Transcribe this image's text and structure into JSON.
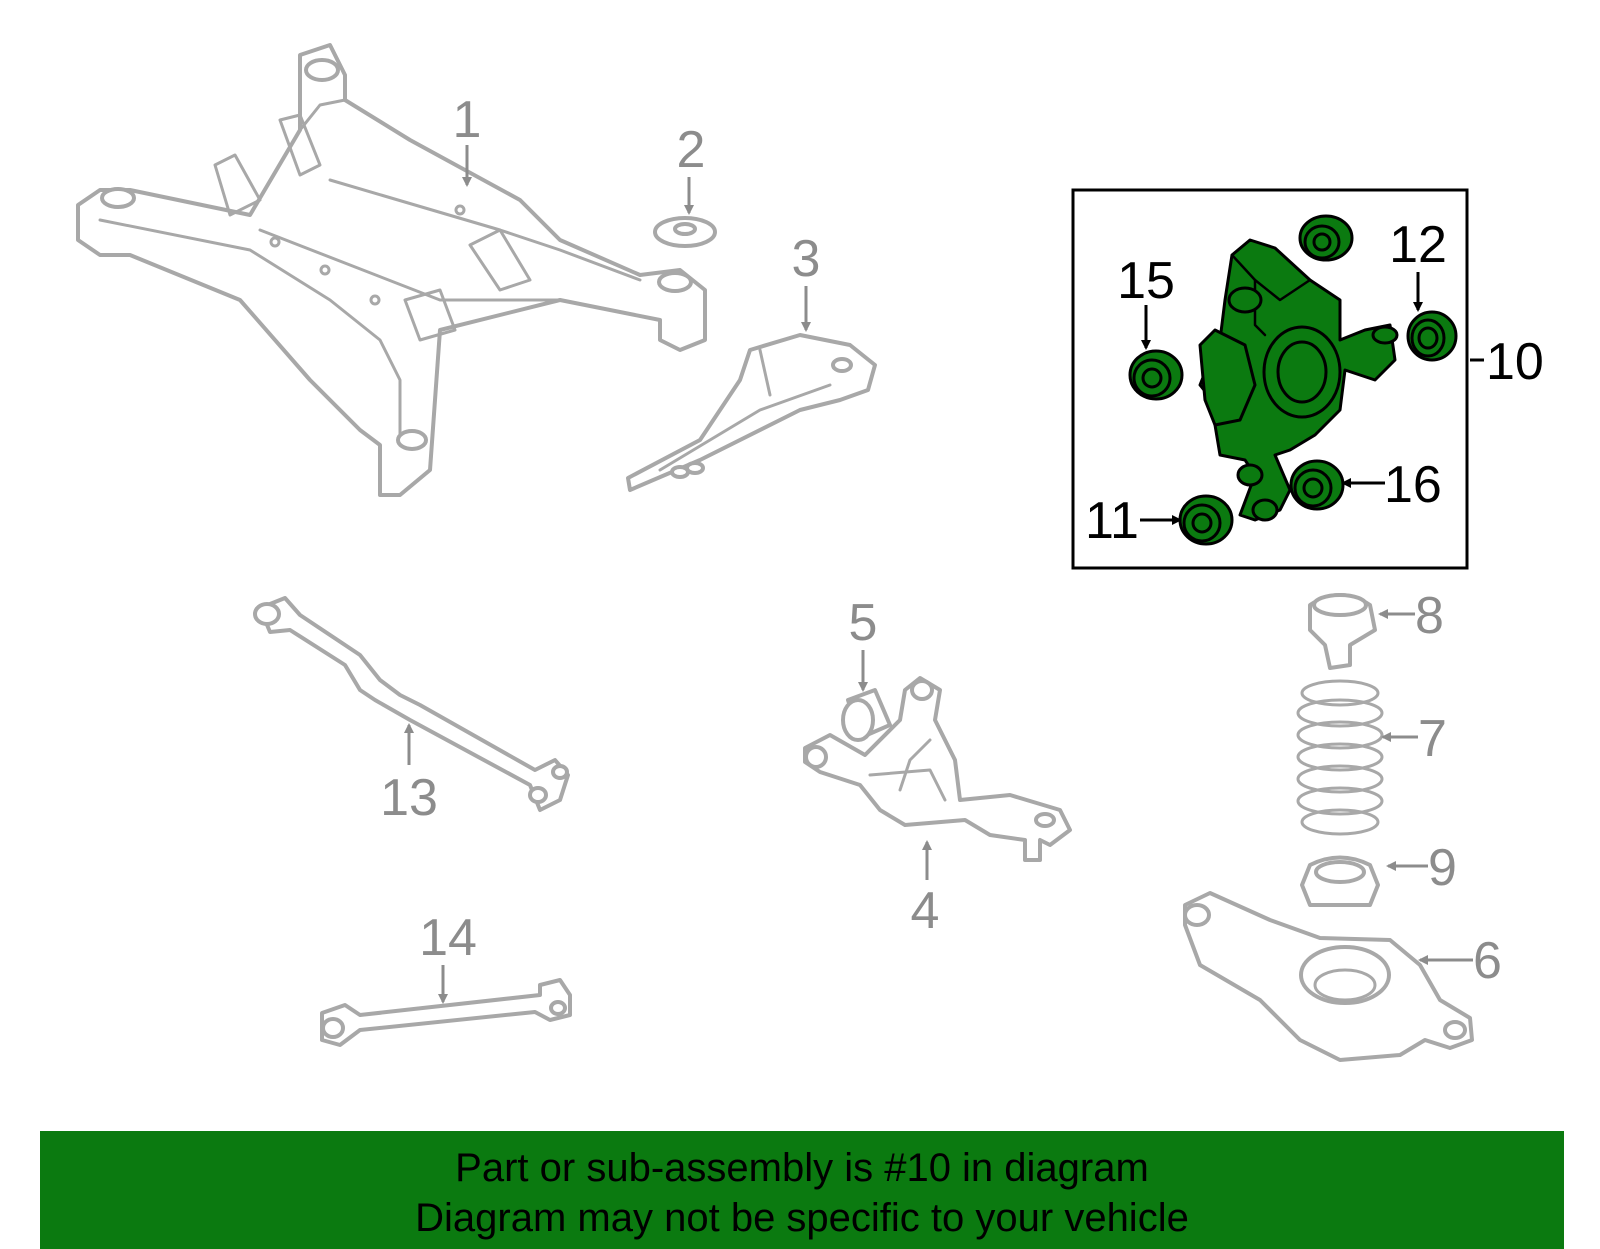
{
  "diagram": {
    "callouts": [
      "1",
      "2",
      "3",
      "4",
      "5",
      "6",
      "7",
      "8",
      "9",
      "10",
      "11",
      "12",
      "13",
      "14",
      "15",
      "16"
    ],
    "highlighted_callout": "10",
    "highlight_color": "#0b7a10",
    "parts_color": "#a8a8a8",
    "callout_gray_color": "#8c8c8c"
  },
  "banner": {
    "background": "#0b7a10",
    "line1": "Part or sub-assembly is #10 in diagram",
    "line2": "Diagram may not be specific to your vehicle"
  }
}
